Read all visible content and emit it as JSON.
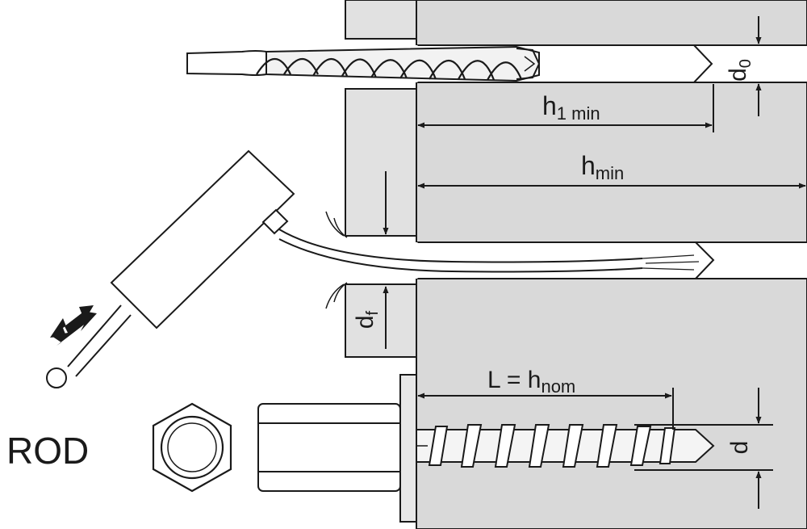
{
  "labels": {
    "d0_main": "d",
    "d0_sub": "0",
    "h1_main": "h",
    "h1_sub": "1 min",
    "hmin_main": "h",
    "hmin_sub": "min",
    "df_main": "d",
    "df_sub": "f",
    "L_main": "L = h",
    "L_sub": "nom",
    "d_main": "d",
    "rod": "ROD"
  },
  "colors": {
    "concrete": "#d9d9d9",
    "fixture": "#e1e1e1",
    "line": "#1a1a1a",
    "background": "#ffffff"
  },
  "icons": [
    "drill-bit-icon",
    "blow-pump-icon",
    "double-arrow-icon",
    "hex-nut-icon",
    "screw-anchor-icon"
  ]
}
